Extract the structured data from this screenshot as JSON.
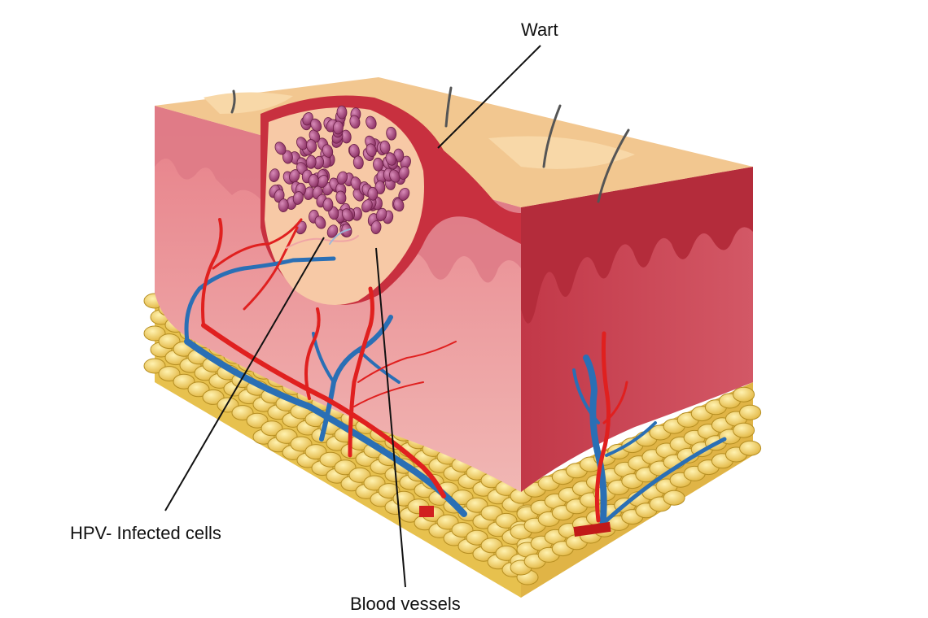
{
  "labels": {
    "wart": "Wart",
    "hpv": "HPV- Infected cells",
    "blood": "Blood vessels"
  },
  "colors": {
    "surface": "#f2c790",
    "epidermis": "#e8909a",
    "dermis_front": "#e98a8f",
    "dermis_right": "#c9414f",
    "dermis_dark": "#b5303e",
    "fat": "#f3d36b",
    "fat_outline": "#b58e22",
    "artery": "#e0201f",
    "vein": "#2a6fb5",
    "infected_cell": "#9b3a6b",
    "wart_core": "#f7c9a6",
    "hair": "#555555"
  }
}
